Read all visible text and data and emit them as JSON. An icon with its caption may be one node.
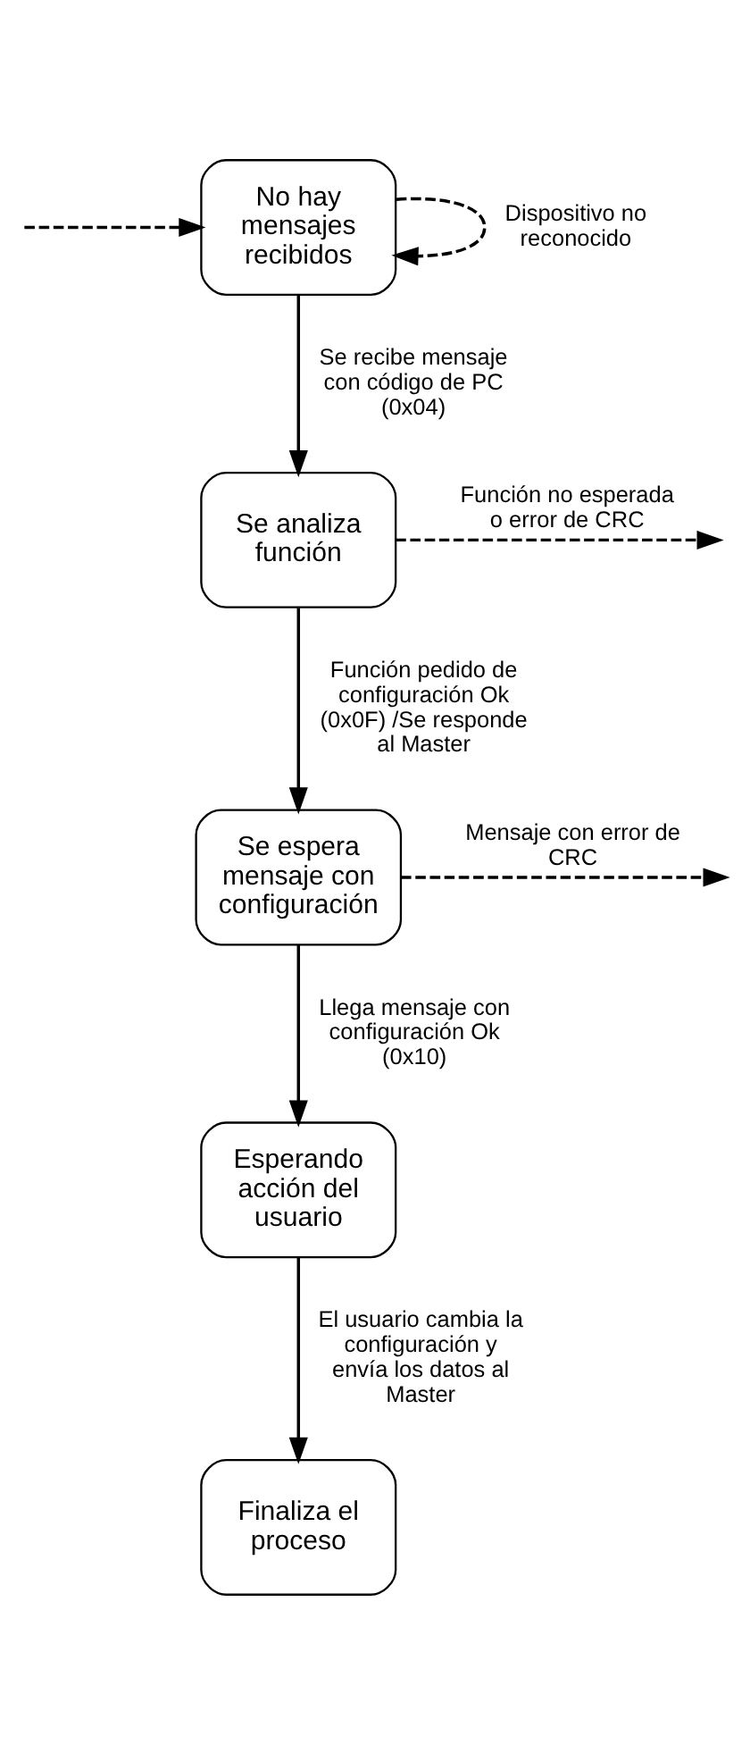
{
  "diagram": {
    "nodes": [
      {
        "text": [
          "No hay mensajes recibidos"
        ]
      },
      {
        "text": [
          "Se analiza función"
        ]
      },
      {
        "text": [
          "Se espera mensaje con configuración"
        ]
      },
      {
        "text": [
          "Esperando acción del usuario"
        ]
      },
      {
        "text": [
          "Finaliza el proceso"
        ]
      }
    ],
    "edges": [
      {
        "from": 0,
        "to": 0,
        "arrow": "to",
        "style": "dashed",
        "label": "Dispositivo no reconocido"
      },
      {
        "from": null,
        "to": 0,
        "arrow": "to",
        "style": "dashed"
      },
      {
        "from": 0,
        "to": 1,
        "arrow": "to",
        "label": "Se recibe mensaje con código de PC (0x04)"
      },
      {
        "from": 1,
        "to": null,
        "arrow": "to",
        "style": "dashed",
        "label": "Función no esperada o error de CRC"
      },
      {
        "from": 1,
        "to": 2,
        "arrow": "to",
        "label": "Función pedido de configuración Ok (0x0F) /Se responde al Master"
      },
      {
        "from": 2,
        "to": null,
        "arrow": "to",
        "style": "dashed",
        "label": "Mensaje con error de CRC"
      },
      {
        "from": 2,
        "to": 3,
        "arrow": "to",
        "label": "Llega mensaje con configuración Ok (0x10)"
      },
      {
        "from": 3,
        "to": 4,
        "arrow": "to",
        "label": "El usuario cambia la configuración y envía los datos al Master"
      }
    ]
  }
}
